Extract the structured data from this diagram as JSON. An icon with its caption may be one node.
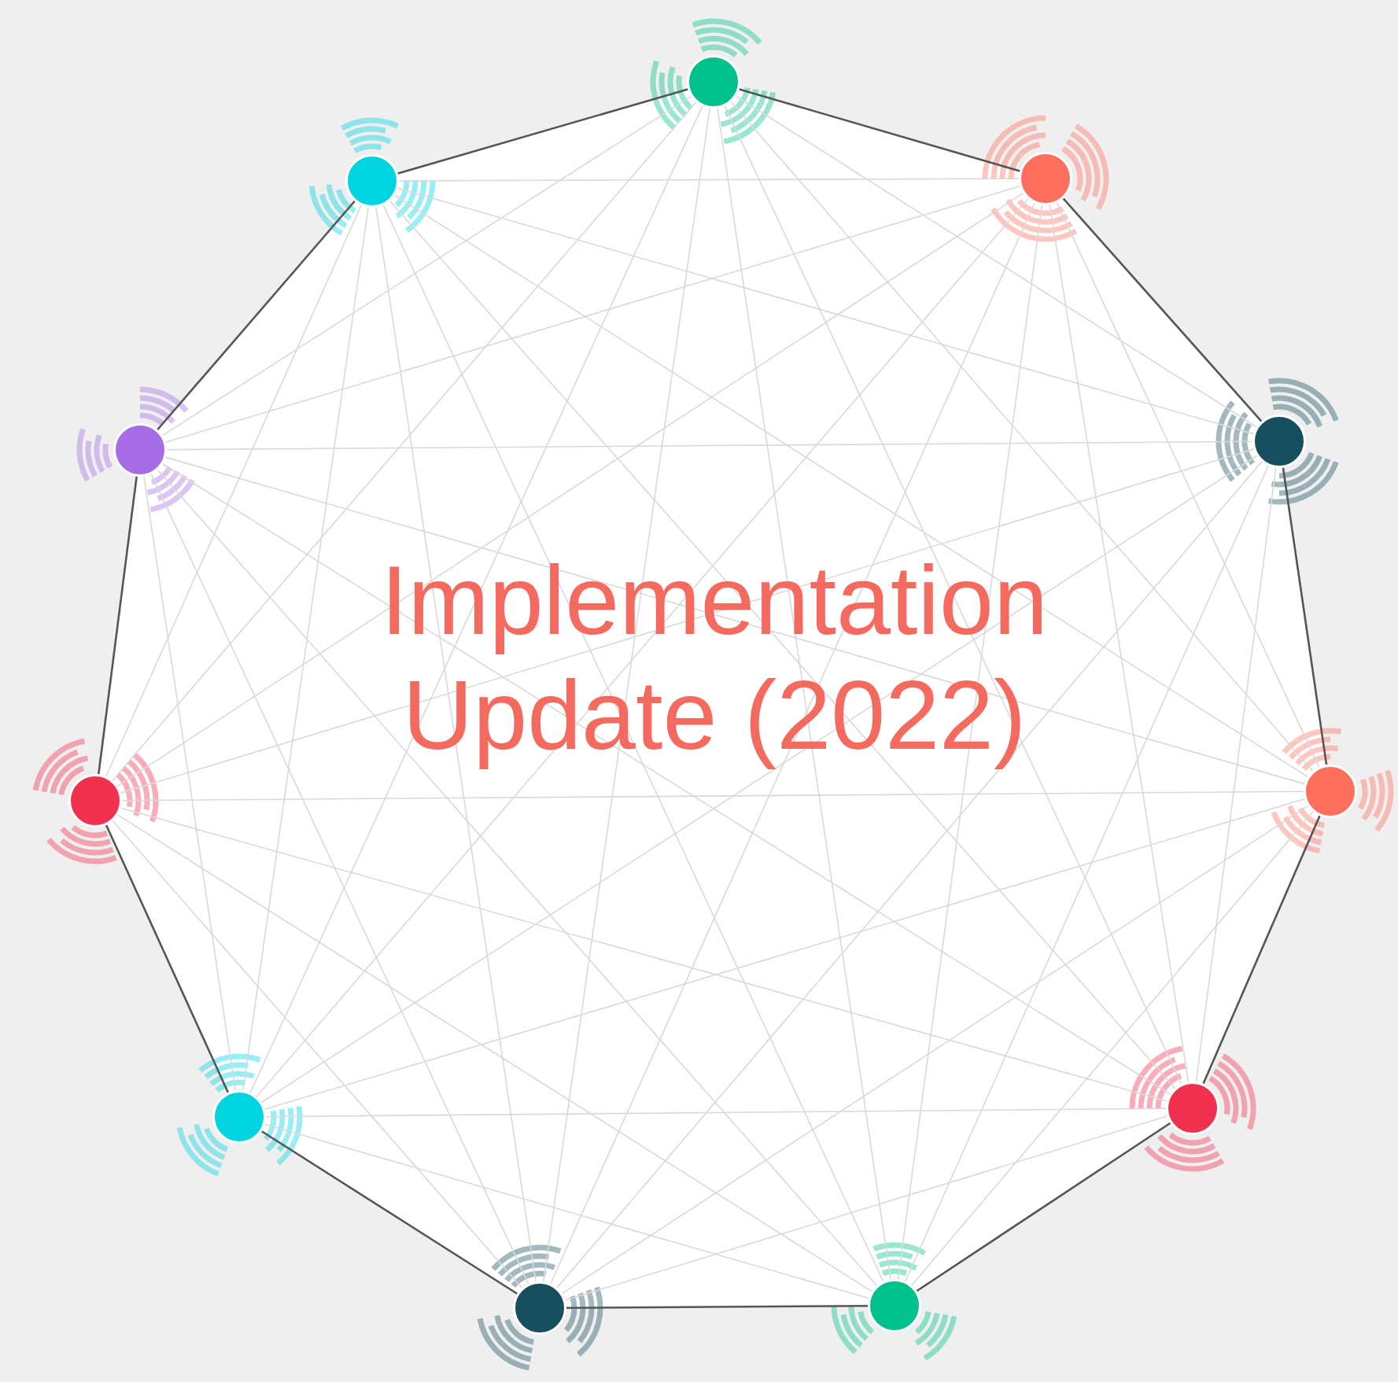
{
  "diagram": {
    "title": "Implementation Update (2022)",
    "nodes": [
      {
        "text": [],
        "shape": "circle"
      },
      {
        "text": [],
        "shape": "circle"
      },
      {
        "text": [],
        "shape": "circle"
      },
      {
        "text": [],
        "shape": "circle"
      },
      {
        "text": [],
        "shape": "circle"
      },
      {
        "text": [],
        "shape": "circle"
      },
      {
        "text": [],
        "shape": "circle"
      },
      {
        "text": [],
        "shape": "circle"
      },
      {
        "text": [],
        "shape": "circle"
      },
      {
        "text": [],
        "shape": "circle"
      },
      {
        "text": [],
        "shape": "circle"
      }
    ],
    "edges": [
      {
        "from": 0,
        "to": 1,
        "arrow": "none",
        "color": "#555555"
      },
      {
        "from": 0,
        "to": 2,
        "arrow": "none",
        "color": "#555555"
      },
      {
        "from": 0,
        "to": 3,
        "arrow": "none"
      },
      {
        "from": 0,
        "to": 4,
        "arrow": "none"
      },
      {
        "from": 0,
        "to": 5,
        "arrow": "none"
      },
      {
        "from": 0,
        "to": 6,
        "arrow": "none"
      },
      {
        "from": 0,
        "to": 7,
        "arrow": "none"
      },
      {
        "from": 0,
        "to": 8,
        "arrow": "none"
      },
      {
        "from": 0,
        "to": 9,
        "arrow": "none"
      },
      {
        "from": 0,
        "to": 10,
        "arrow": "none"
      },
      {
        "from": 1,
        "to": 2,
        "arrow": "none"
      },
      {
        "from": 1,
        "to": 3,
        "arrow": "none"
      },
      {
        "from": 1,
        "to": 4,
        "arrow": "none",
        "color": "#555555"
      },
      {
        "from": 1,
        "to": 5,
        "arrow": "none"
      },
      {
        "from": 1,
        "to": 6,
        "arrow": "none"
      },
      {
        "from": 1,
        "to": 7,
        "arrow": "none"
      },
      {
        "from": 1,
        "to": 8,
        "arrow": "none"
      },
      {
        "from": 1,
        "to": 9,
        "arrow": "none"
      },
      {
        "from": 1,
        "to": 10,
        "arrow": "none"
      },
      {
        "from": 2,
        "to": 3,
        "arrow": "none",
        "color": "#555555"
      },
      {
        "from": 2,
        "to": 4,
        "arrow": "none"
      },
      {
        "from": 2,
        "to": 5,
        "arrow": "none"
      },
      {
        "from": 2,
        "to": 6,
        "arrow": "none"
      },
      {
        "from": 2,
        "to": 7,
        "arrow": "none"
      },
      {
        "from": 2,
        "to": 8,
        "arrow": "none"
      },
      {
        "from": 2,
        "to": 9,
        "arrow": "none"
      },
      {
        "from": 2,
        "to": 10,
        "arrow": "none"
      },
      {
        "from": 3,
        "to": 4,
        "arrow": "none"
      },
      {
        "from": 3,
        "to": 5,
        "arrow": "none",
        "color": "#555555"
      },
      {
        "from": 3,
        "to": 6,
        "arrow": "none"
      },
      {
        "from": 3,
        "to": 7,
        "arrow": "none"
      },
      {
        "from": 3,
        "to": 8,
        "arrow": "none"
      },
      {
        "from": 3,
        "to": 9,
        "arrow": "none"
      },
      {
        "from": 3,
        "to": 10,
        "arrow": "none"
      },
      {
        "from": 4,
        "to": 5,
        "arrow": "none"
      },
      {
        "from": 4,
        "to": 6,
        "arrow": "none",
        "color": "#555555"
      },
      {
        "from": 4,
        "to": 7,
        "arrow": "none"
      },
      {
        "from": 4,
        "to": 8,
        "arrow": "none"
      },
      {
        "from": 4,
        "to": 9,
        "arrow": "none"
      },
      {
        "from": 4,
        "to": 10,
        "arrow": "none"
      },
      {
        "from": 5,
        "to": 6,
        "arrow": "none"
      },
      {
        "from": 5,
        "to": 7,
        "arrow": "none"
      },
      {
        "from": 5,
        "to": 8,
        "arrow": "none",
        "color": "#555555"
      },
      {
        "from": 5,
        "to": 9,
        "arrow": "none"
      },
      {
        "from": 5,
        "to": 10,
        "arrow": "none"
      },
      {
        "from": 6,
        "to": 7,
        "arrow": "none",
        "color": "#555555"
      },
      {
        "from": 6,
        "to": 8,
        "arrow": "none"
      },
      {
        "from": 6,
        "to": 9,
        "arrow": "none"
      },
      {
        "from": 6,
        "to": 10,
        "arrow": "none"
      },
      {
        "from": 7,
        "to": 8,
        "arrow": "none"
      },
      {
        "from": 7,
        "to": 9,
        "arrow": "none"
      },
      {
        "from": 7,
        "to": 10,
        "arrow": "none",
        "color": "#555555"
      },
      {
        "from": 8,
        "to": 9,
        "arrow": "none",
        "color": "#555555"
      },
      {
        "from": 8,
        "to": 10,
        "arrow": "none"
      },
      {
        "from": 9,
        "to": 10,
        "arrow": "none",
        "color": "#555555"
      }
    ]
  }
}
